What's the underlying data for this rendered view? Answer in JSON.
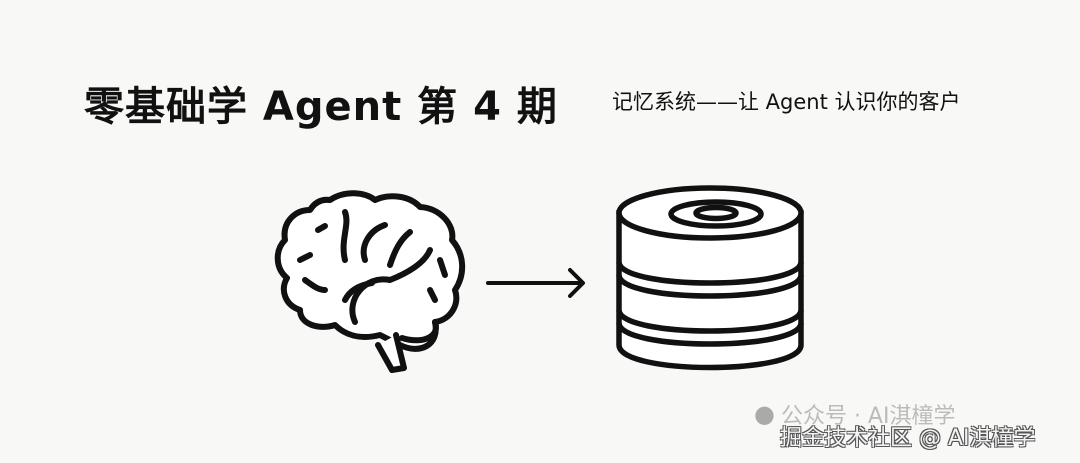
{
  "title": "零基础学 Agent 第 4 期",
  "subtitle": "记忆系统——让 Agent 认识你的客户",
  "illustration": {
    "left_icon": "brain-icon",
    "connector": "arrow-right-icon",
    "right_icon": "database-icon"
  },
  "watermarks": {
    "wechat": "公众号 · AI淇橦学",
    "juejin": "掘金技术社区 @ AI淇橦学"
  }
}
